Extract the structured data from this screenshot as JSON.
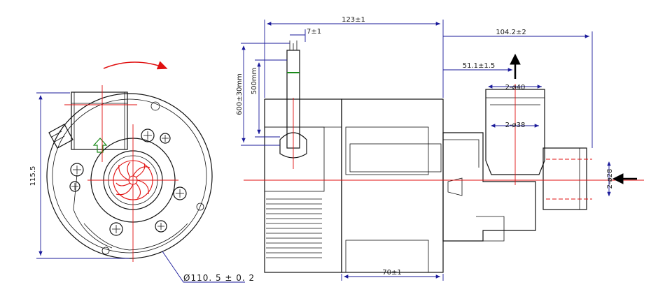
{
  "dimensions": {
    "height_front": "115.5",
    "diameter_front": "Ø110. 5 ± 0. 2",
    "total_length": "123±1",
    "outlet_offset": "104.2±2",
    "inlet_offset": "51.1±1.5",
    "cable_spacing": "7±1",
    "cable_length": "600±30mm",
    "cable_strip": "500mm",
    "outlet_outer": "2-ø40",
    "outlet_inner": "2-ø38",
    "inlet_diameter": "2-ø28",
    "body_length": "70±1"
  },
  "colors": {
    "outline": "#111111",
    "dimension_line": "#1a1a9a",
    "centerline": "#e01010",
    "flow_arrow": "#1a8a1a",
    "rotation_arrow": "#e01010"
  }
}
